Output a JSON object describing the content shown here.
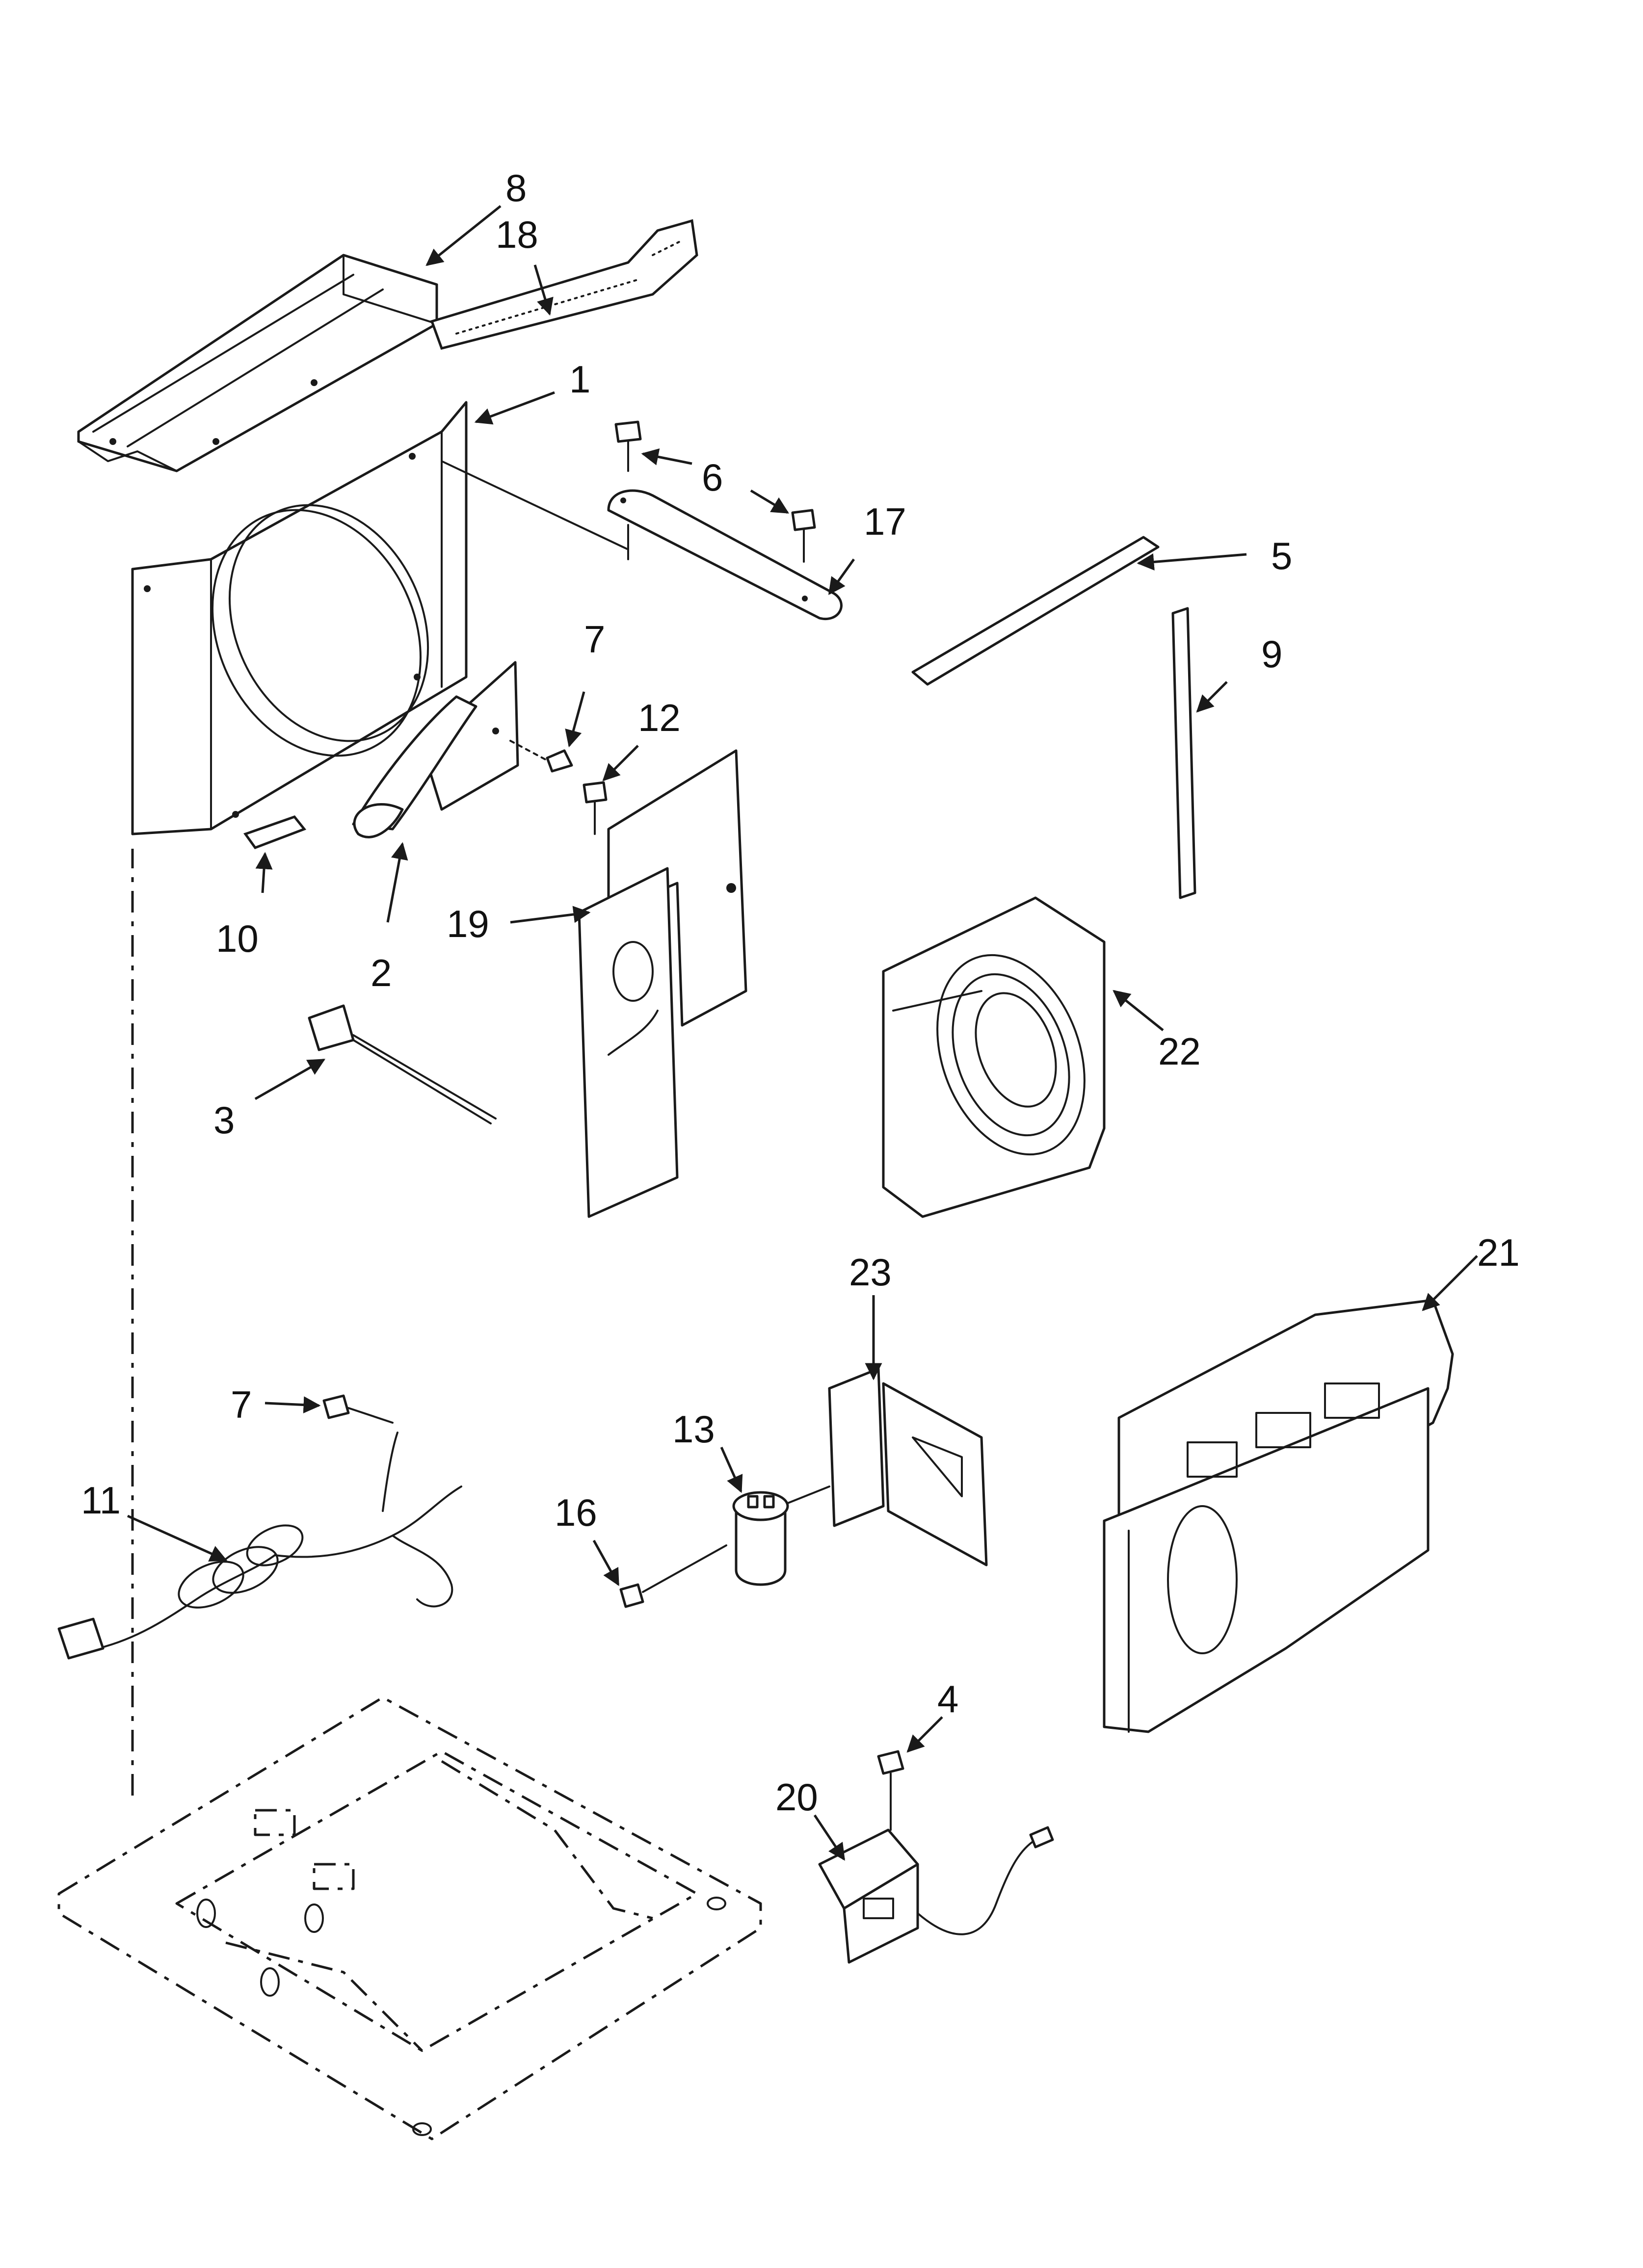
{
  "labels": {
    "l1": "1",
    "l2": "2",
    "l3": "3",
    "l4": "4",
    "l5": "5",
    "l6": "6",
    "l7a": "7",
    "l7b": "7",
    "l8": "8",
    "l9": "9",
    "l10": "10",
    "l11": "11",
    "l12": "12",
    "l13": "13",
    "l16": "16",
    "l17": "17",
    "l18": "18",
    "l19": "19",
    "l20": "20",
    "l21": "21",
    "l22": "22",
    "l23": "23"
  }
}
